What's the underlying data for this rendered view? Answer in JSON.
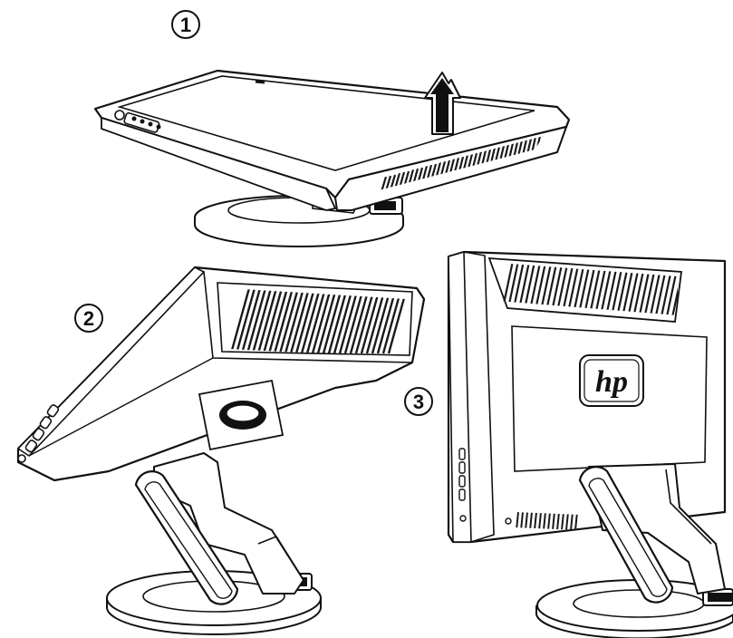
{
  "steps": [
    {
      "number": "1"
    },
    {
      "number": "2"
    },
    {
      "number": "3"
    }
  ],
  "logo": {
    "text": "hp"
  },
  "colors": {
    "line": "#111111",
    "fill": "#ffffff",
    "vent": "#1a1a1a"
  }
}
